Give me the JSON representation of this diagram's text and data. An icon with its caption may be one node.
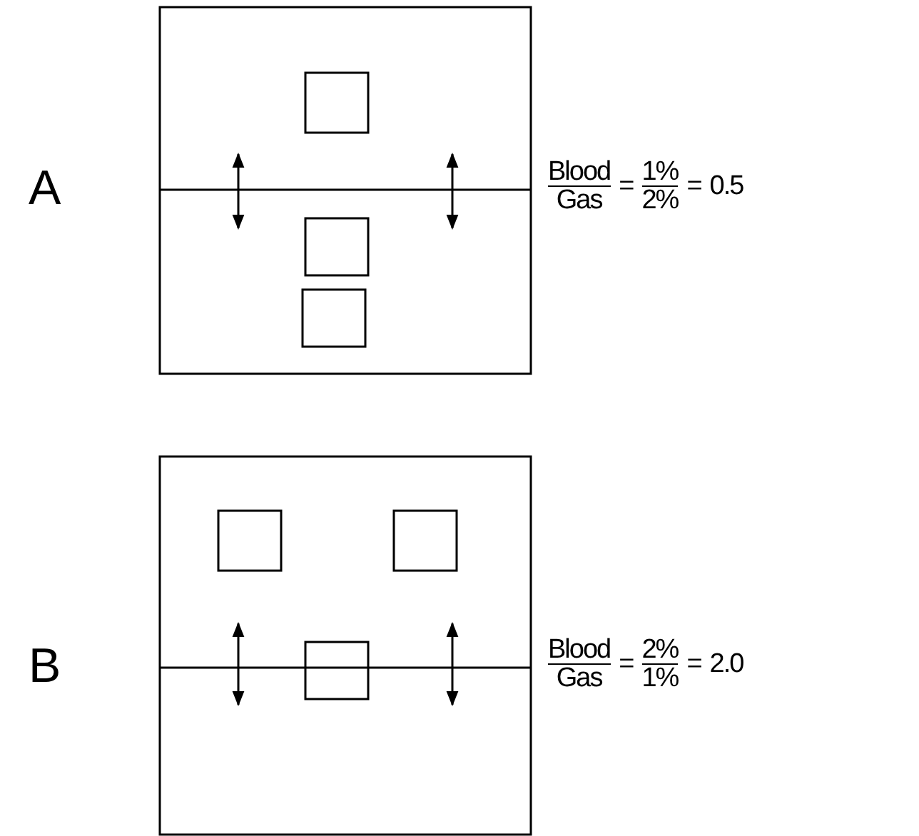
{
  "diagram": {
    "labels": [
      "A",
      "Blood",
      "Gas",
      "=",
      "1%",
      "2%",
      "=",
      "0.5",
      "B",
      "Blood",
      "Gas",
      "=",
      "2%",
      "1%",
      "=",
      "2.0"
    ]
  }
}
